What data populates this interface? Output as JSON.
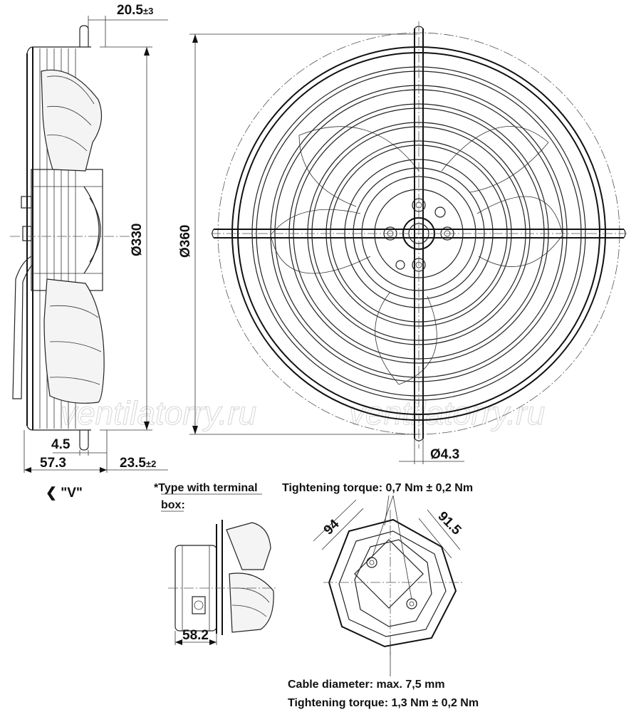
{
  "watermark": {
    "left": "ventilatorry.ru",
    "right": "ventilatorry.ru"
  },
  "dimensions": {
    "guard_offset": "20.5",
    "guard_offset_tol": "±3",
    "diameter_330": "Ø330",
    "diameter_360": "Ø360",
    "dim_4_5": "4.5",
    "dim_57_3": "57.3",
    "dim_23_5": "23.5",
    "dim_23_5_tol": "±2",
    "hole_diameter": "Ø4.3",
    "terminal_box_depth": "58.2",
    "box_width_94": "94",
    "box_width_91_5": "91.5"
  },
  "labels": {
    "view_marker": "❮ \"V\"",
    "terminal_note_line1": "*Type with terminal",
    "terminal_note_line2": "box:",
    "torque_top": "Tightening torque: 0,7 Nm ± 0,2 Nm",
    "cable_diameter": "Cable diameter: max. 7,5 mm",
    "torque_bottom": "Tightening torque: 1,3 Nm ± 0,2 Nm"
  }
}
